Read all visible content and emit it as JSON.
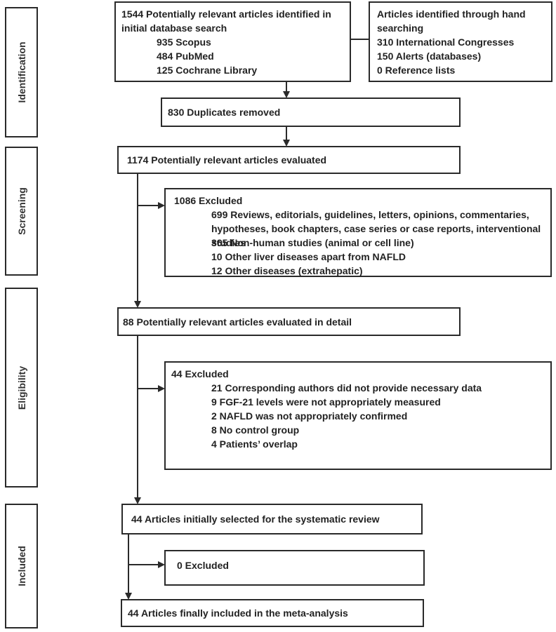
{
  "stages": {
    "identification": "Identification",
    "screening": "Screening",
    "eligibility": "Eligibility",
    "included": "Included"
  },
  "db_search": {
    "title": "1544 Potentially relevant articles identified in initial database search",
    "items": [
      "935 Scopus",
      "484 PubMed",
      "125 Cochrane Library"
    ]
  },
  "hand_search": {
    "title_line1": "Articles identified through hand",
    "title_line2": "searching",
    "items": [
      "310 International Congresses",
      "150 Alerts (databases)",
      "0 Reference lists"
    ]
  },
  "duplicates": "830 Duplicates removed",
  "evaluated": "1174 Potentially relevant articles evaluated",
  "excluded_1": {
    "title": "1086 Excluded",
    "items": [
      "699 Reviews, editorials, guidelines, letters, opinions, commentaries, hypotheses, book chapters, case series or case reports, interventional studies",
      "365 Non-human studies (animal or cell line)",
      "10 Other liver diseases apart from NAFLD",
      "12 Other diseases (extrahepatic)"
    ]
  },
  "evaluated_detail": "88 Potentially relevant articles evaluated in detail",
  "excluded_2": {
    "title": "44 Excluded",
    "items": [
      "21 Corresponding authors did not provide necessary data",
      "9 FGF-21 levels were not appropriately measured",
      "2 NAFLD was not appropriately confirmed",
      "8 No control group",
      "4 Patients’ overlap"
    ]
  },
  "initially_selected": "44 Articles initially selected for the systematic review",
  "excluded_3": "0 Excluded",
  "finally_included": "44 Articles finally included in the meta-analysis"
}
